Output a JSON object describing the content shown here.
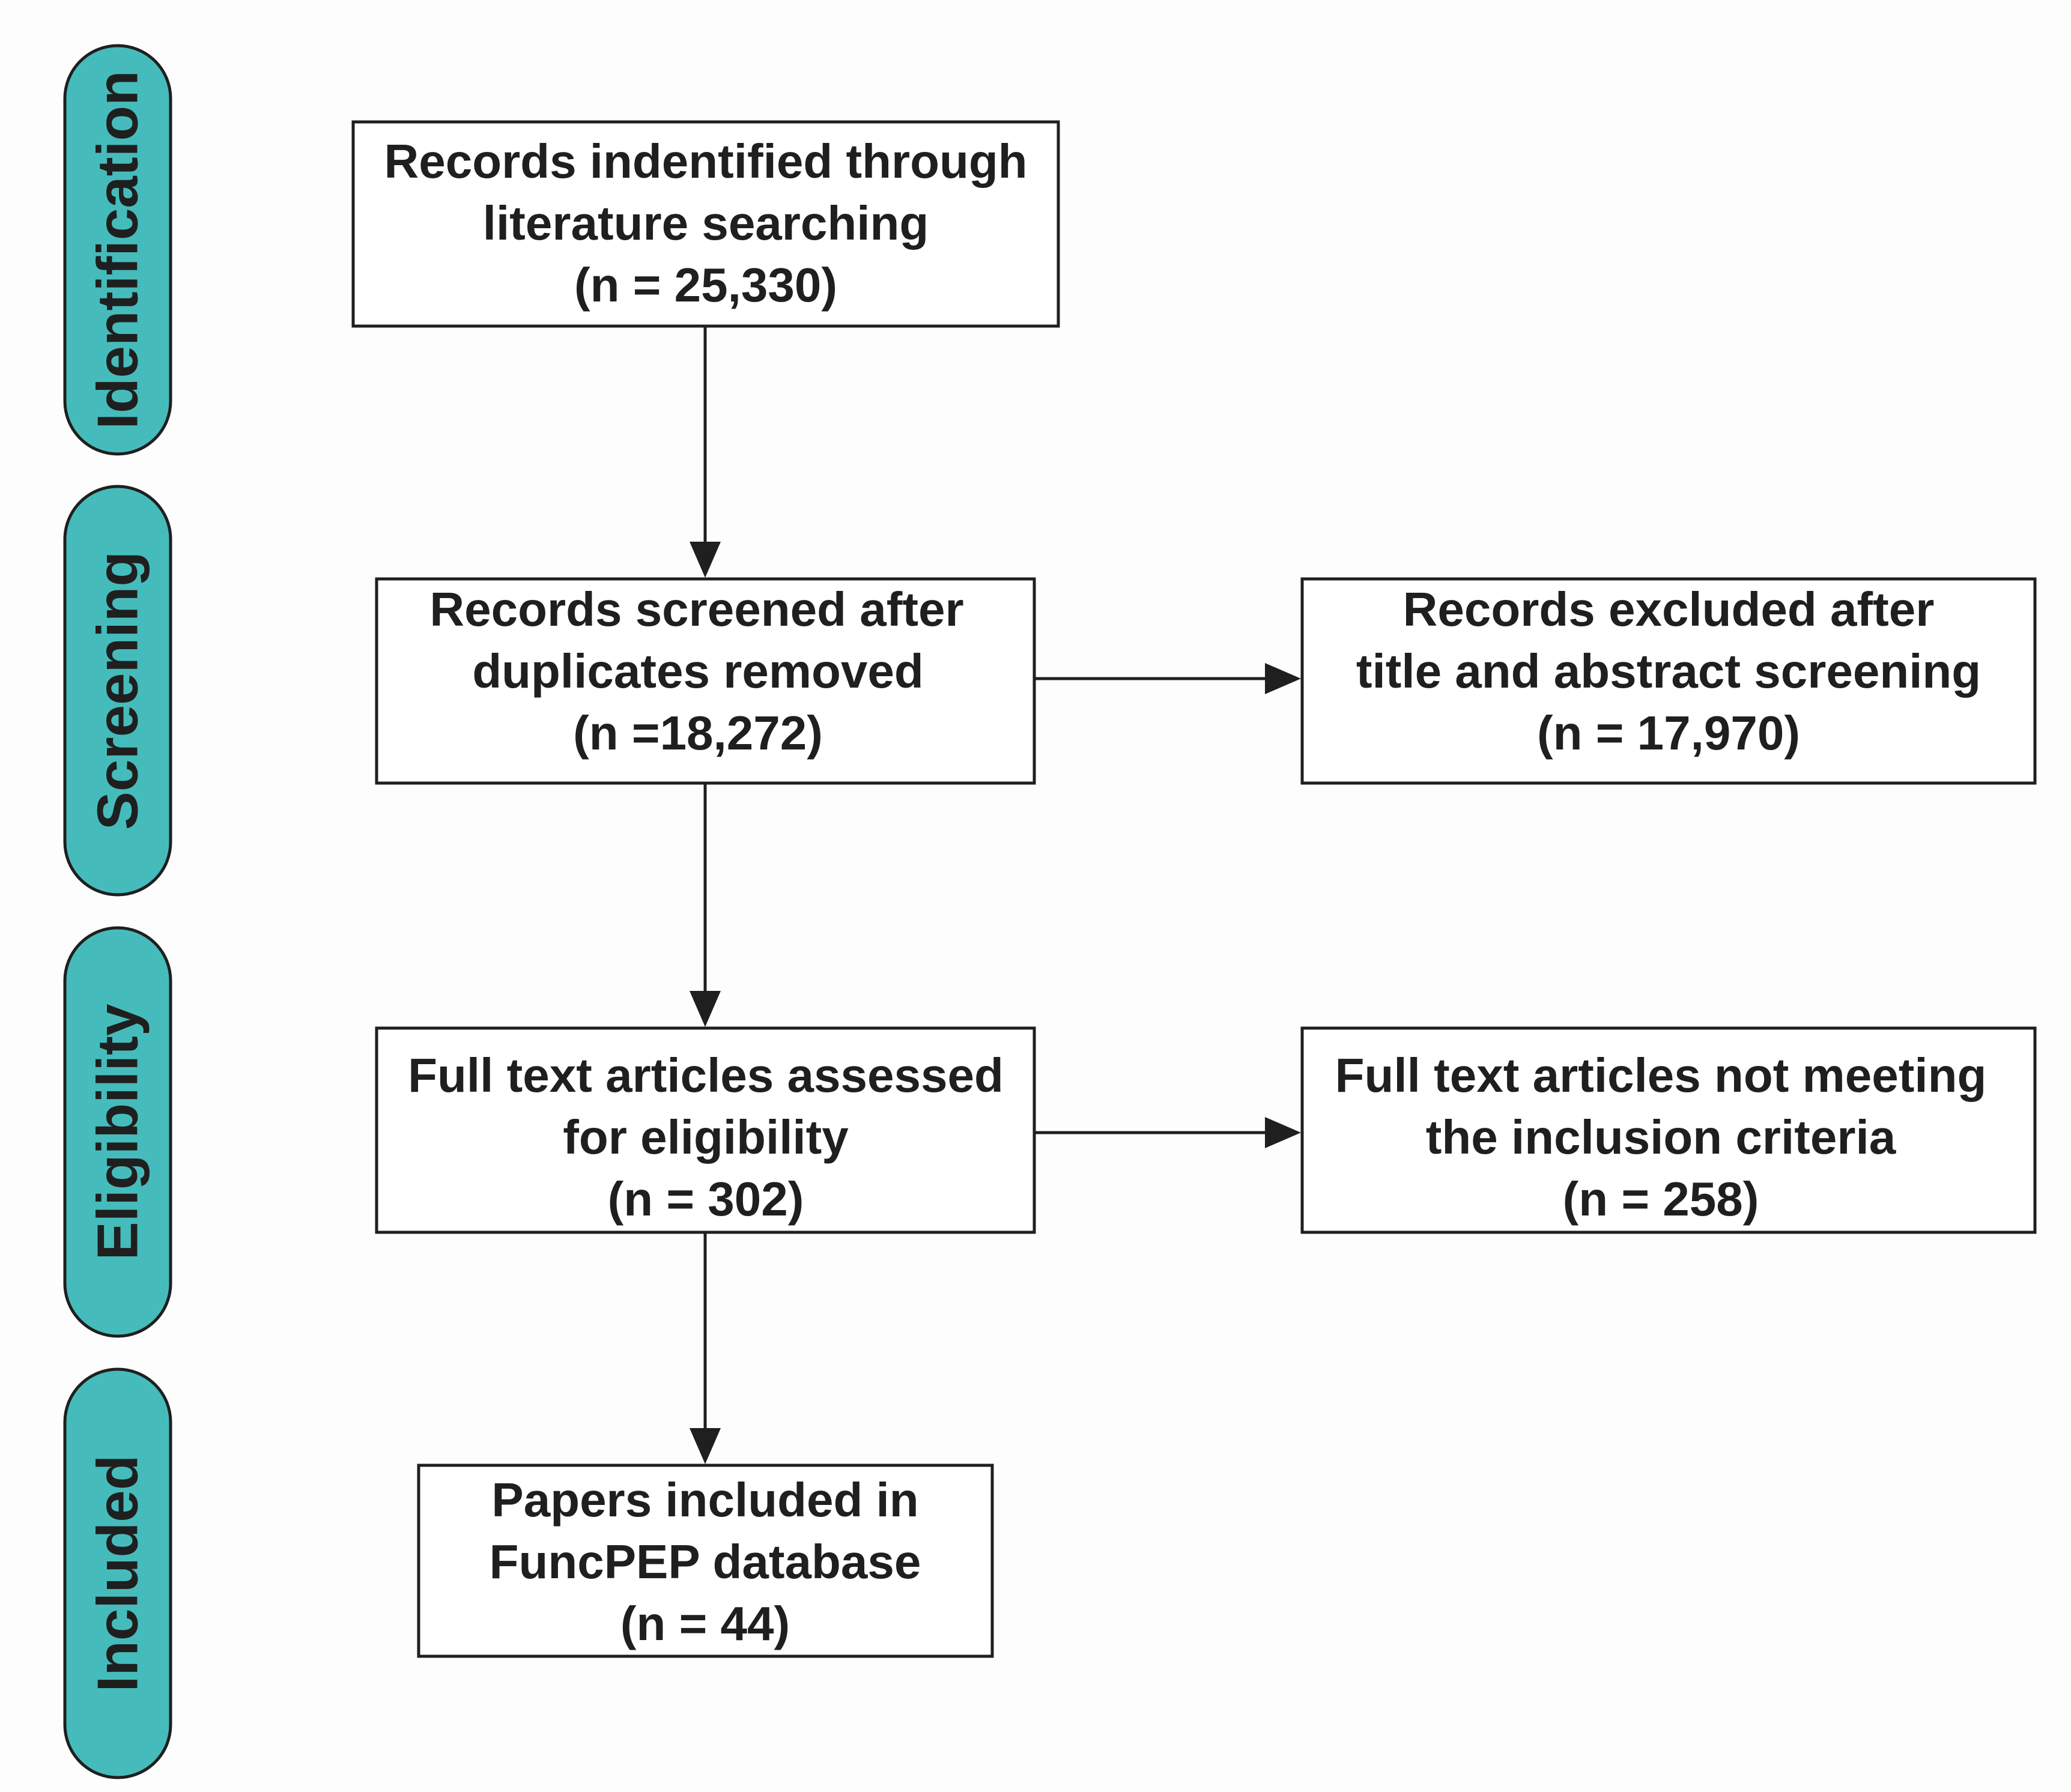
{
  "stages": [
    {
      "id": "identification",
      "label": "Identification"
    },
    {
      "id": "screening",
      "label": "Screening"
    },
    {
      "id": "eligibility",
      "label": "Eligibility"
    },
    {
      "id": "included",
      "label": "Included"
    }
  ],
  "boxes": {
    "identified": {
      "line1": "Records indentified through",
      "line2": "literature searching",
      "count": "(n = 25,330)"
    },
    "screened": {
      "line1": "Records screened after",
      "line2": "duplicates removed",
      "count": "(n =18,272)"
    },
    "excluded": {
      "line1": "Records excluded after",
      "line2": "title and abstract screening",
      "count": "(n = 17,970)"
    },
    "assessed": {
      "line1": "Full text articles assessed",
      "line2": "for eligibility",
      "count": "(n = 302)"
    },
    "not_meeting": {
      "line1": "Full text articles not meeting",
      "line2": "the inclusion criteria",
      "count": "(n = 258)"
    },
    "included": {
      "line1": "Papers included in",
      "line2": "FuncPEP database",
      "count": "(n = 44)"
    }
  },
  "colors": {
    "stage_fill": "#45bcbb",
    "stroke": "#1f1f1f"
  }
}
